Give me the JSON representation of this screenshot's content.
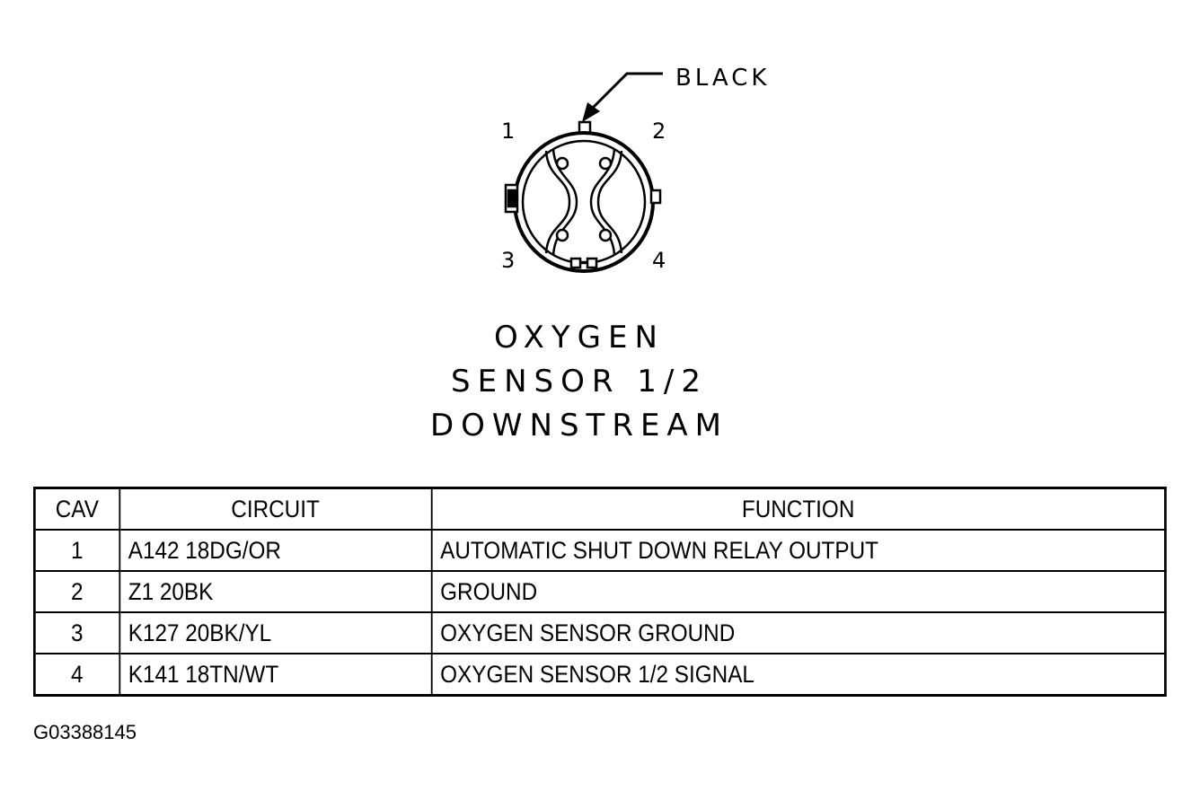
{
  "diagram": {
    "wire_color_label": "BLACK",
    "pin_labels": [
      "1",
      "2",
      "3",
      "4"
    ],
    "title_lines": [
      "OXYGEN",
      "SENSOR 1/2",
      "DOWNSTREAM"
    ]
  },
  "table": {
    "headers": [
      "CAV",
      "CIRCUIT",
      "FUNCTION"
    ],
    "rows": [
      {
        "cav": "1",
        "circuit": "A142 18DG/OR",
        "function": "AUTOMATIC SHUT DOWN RELAY OUTPUT"
      },
      {
        "cav": "2",
        "circuit": "Z1 20BK",
        "function": "GROUND"
      },
      {
        "cav": "3",
        "circuit": "K127 20BK/YL",
        "function": "OXYGEN SENSOR GROUND"
      },
      {
        "cav": "4",
        "circuit": "K141 18TN/WT",
        "function": "OXYGEN SENSOR 1/2 SIGNAL"
      }
    ]
  },
  "figure_id": "G03388145"
}
